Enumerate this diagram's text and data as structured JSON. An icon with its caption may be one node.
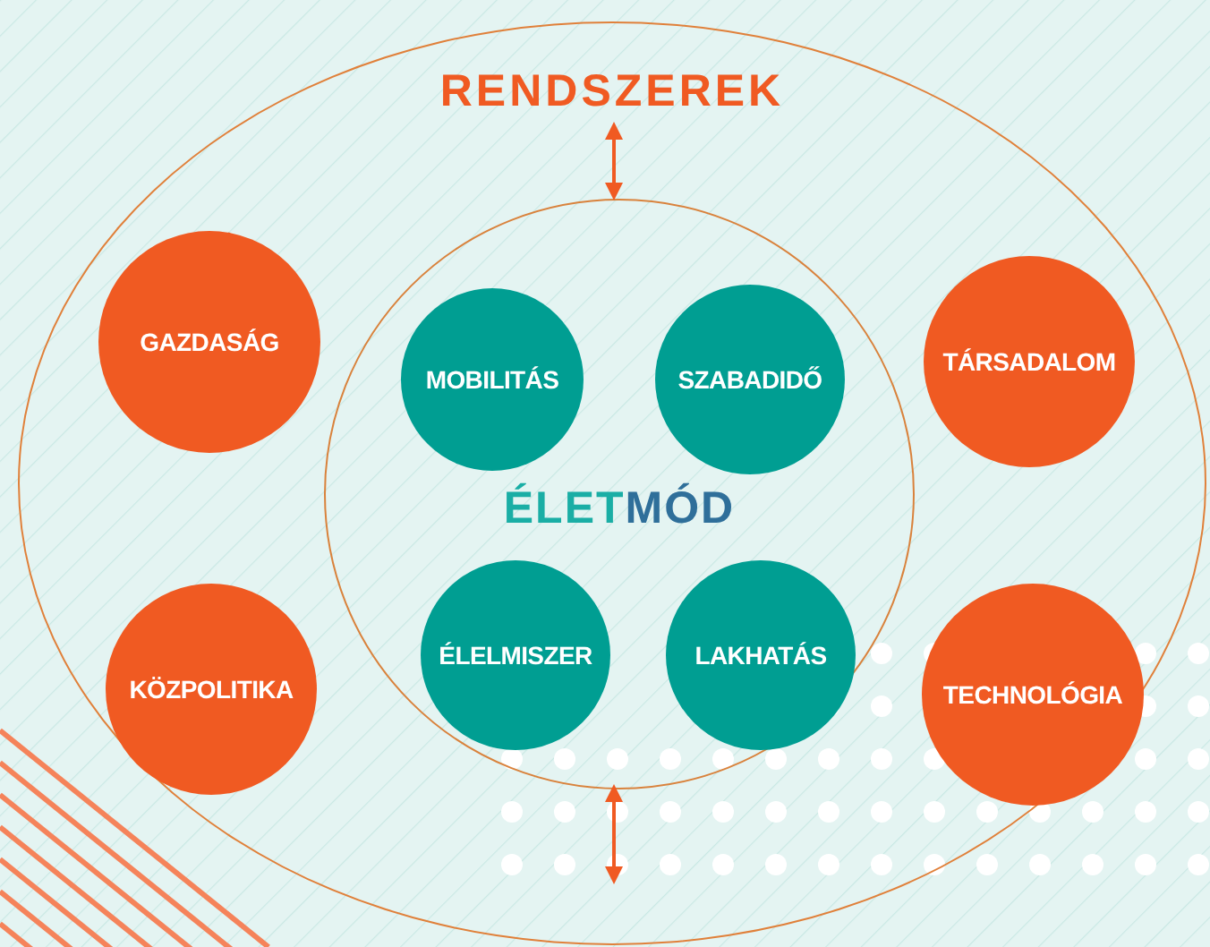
{
  "diagram": {
    "nodes": [
      {
        "text": [
          "RENDSZEREK"
        ]
      },
      {
        "text": [
          "ÉLET",
          "MÓD"
        ],
        "in": 0
      },
      {
        "text": [
          "GAZDASÁG"
        ],
        "in": 0
      },
      {
        "text": [
          "MOBILITÁS"
        ],
        "in": 1
      },
      {
        "text": [
          "SZABADIDŐ"
        ],
        "in": 1
      },
      {
        "text": [
          "TÁRSADALOM"
        ],
        "in": 0
      },
      {
        "text": [
          "KÖZPOLITIKA"
        ],
        "in": 0
      },
      {
        "text": [
          "ÉLELMISZER"
        ],
        "in": 1
      },
      {
        "text": [
          "LAKHATÁS"
        ],
        "in": 1
      },
      {
        "text": [
          "TECHNOLÓGIA"
        ],
        "in": 0
      }
    ],
    "edges": [
      {
        "from": 0,
        "to": 1,
        "arrow": "both"
      },
      {
        "from": 1,
        "to": 0,
        "arrow": "both"
      }
    ]
  }
}
